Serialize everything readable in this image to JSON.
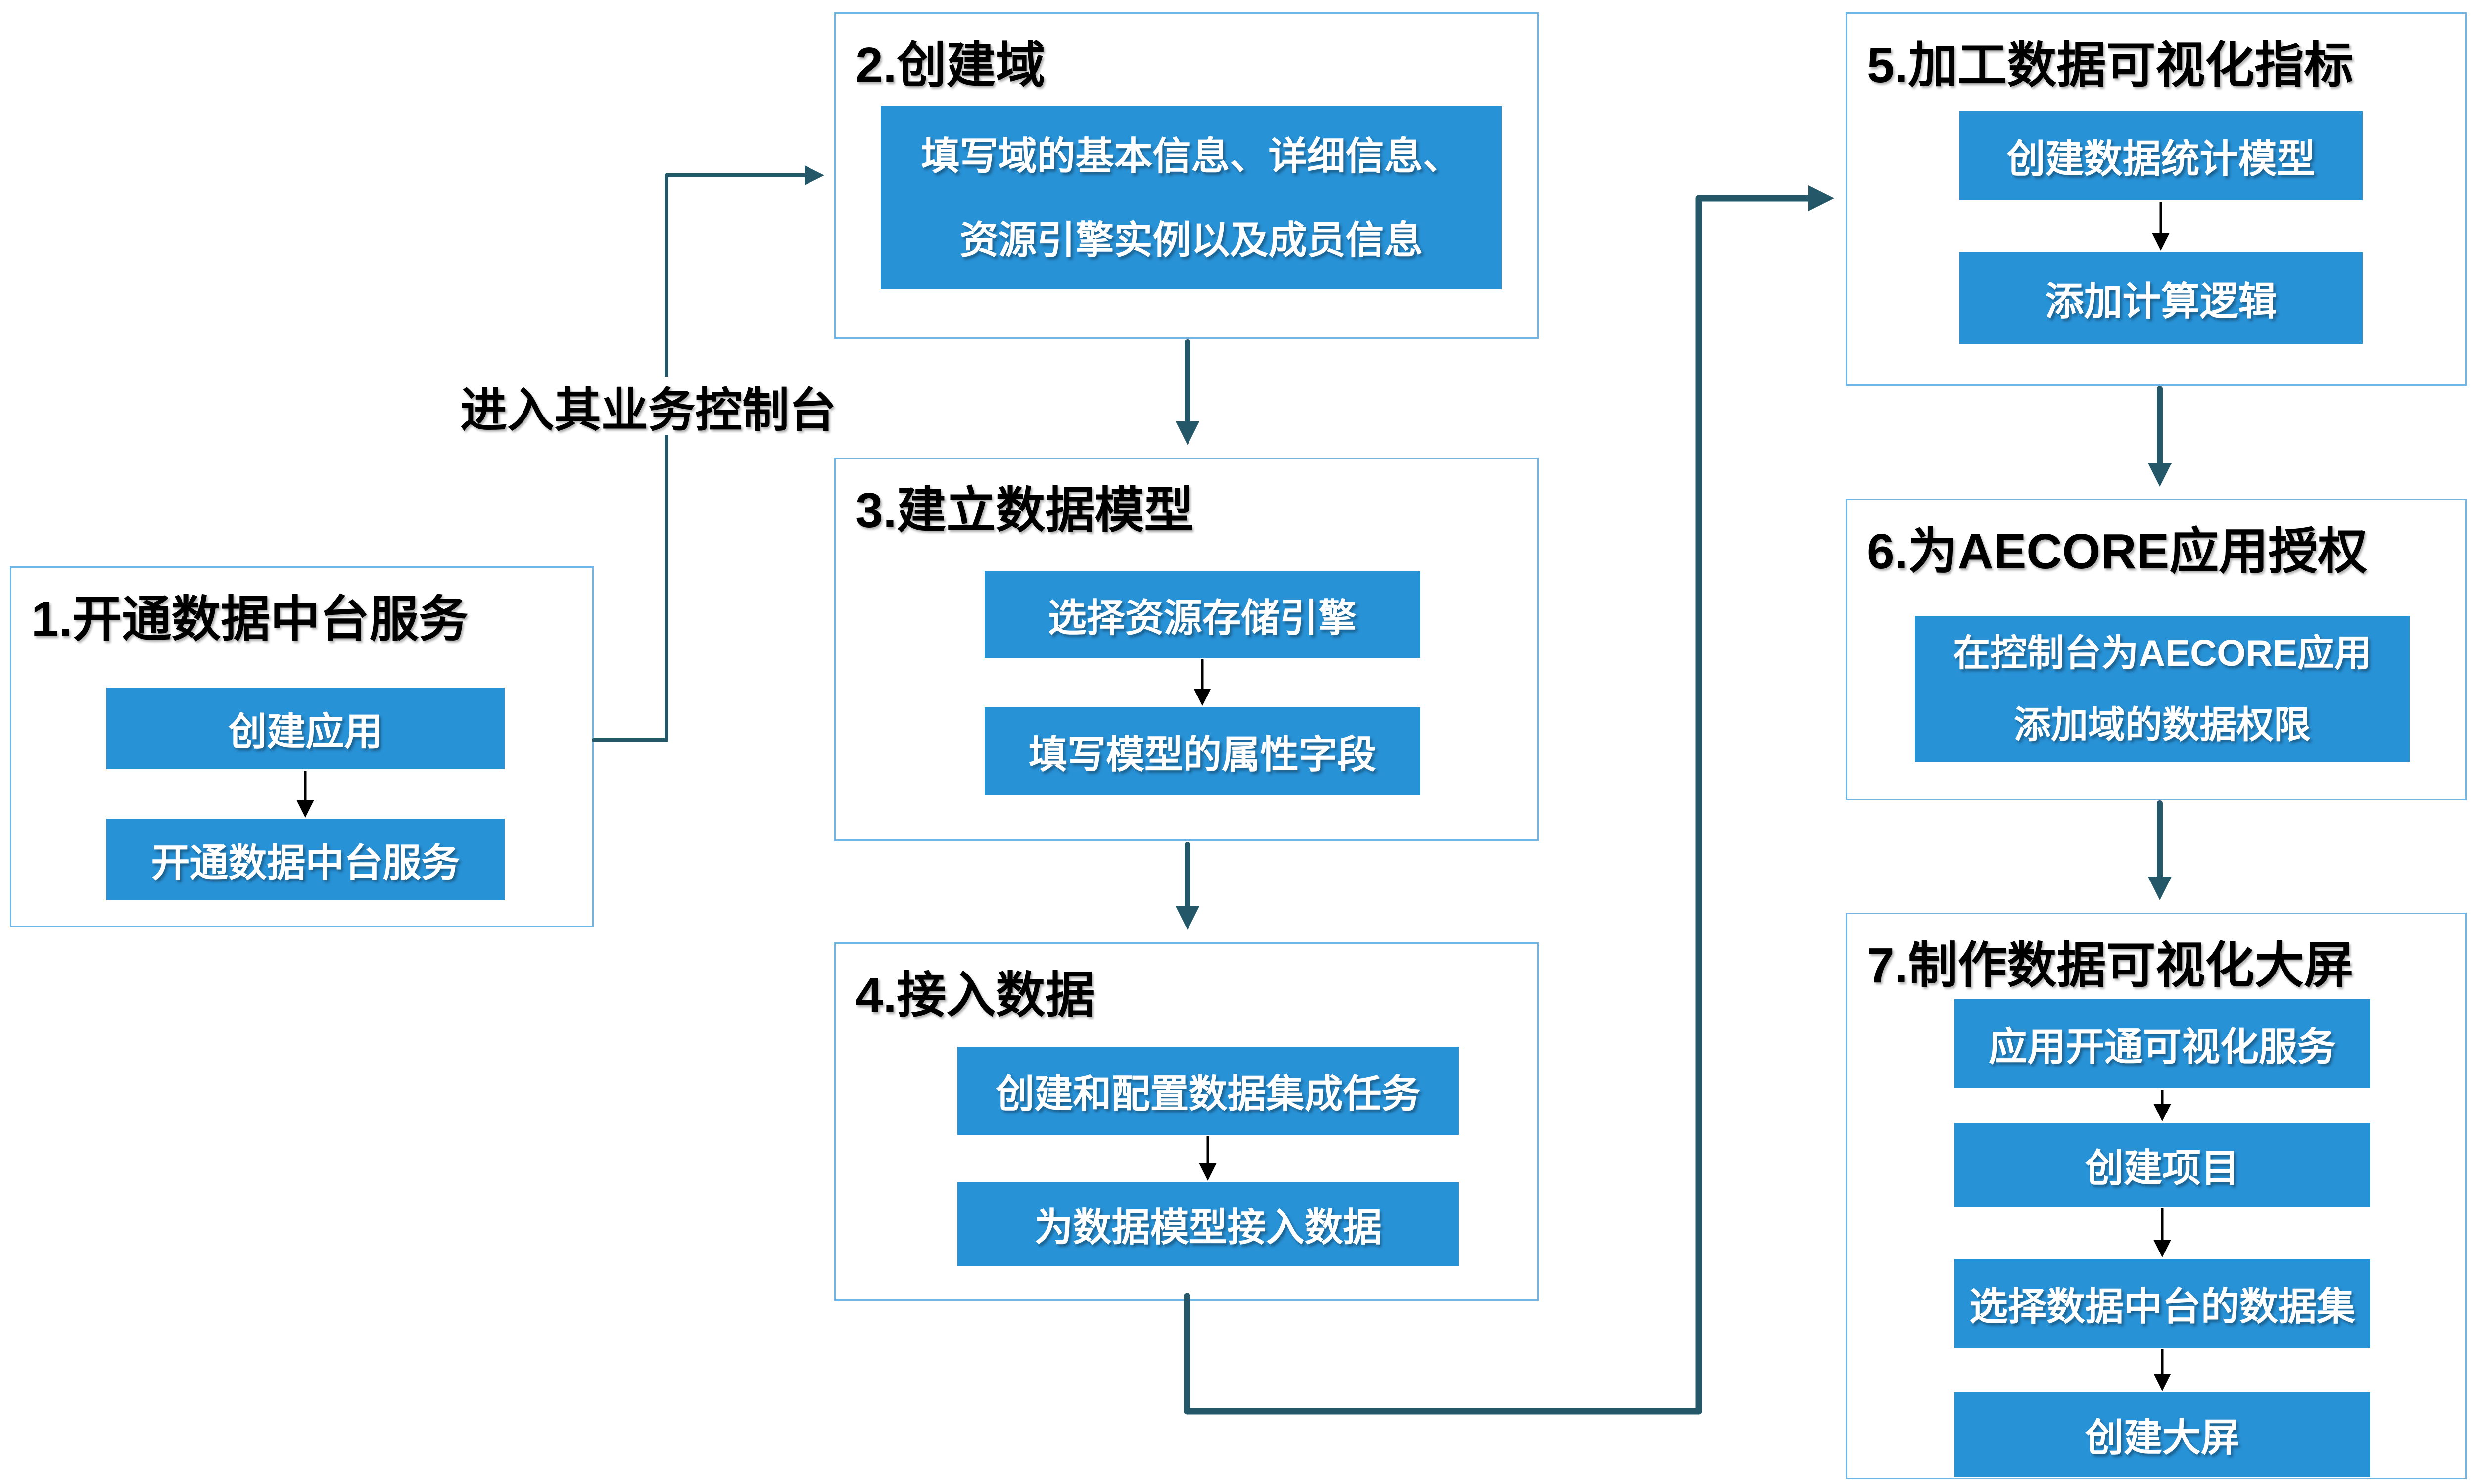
{
  "diagram": {
    "connector_label": "进入其业务控制台",
    "steps": [
      {
        "title": "1.开通数据中台服务",
        "items": [
          "创建应用",
          "开通数据中台服务"
        ]
      },
      {
        "title": "2.创建域",
        "items": [
          "填写域的基本信息、详细信息、\n资源引擎实例以及成员信息"
        ]
      },
      {
        "title": "3.建立数据模型",
        "items": [
          "选择资源存储引擎",
          "填写模型的属性字段"
        ]
      },
      {
        "title": "4.接入数据",
        "items": [
          "创建和配置数据集成任务",
          "为数据模型接入数据"
        ]
      },
      {
        "title": "5.加工数据可视化指标",
        "items": [
          "创建数据统计模型",
          "添加计算逻辑"
        ]
      },
      {
        "title": "6.为AECORE应用授权",
        "items": [
          "在控制台为AECORE应用\n添加域的数据权限"
        ]
      },
      {
        "title": "7.制作数据可视化大屏",
        "items": [
          "应用开通可视化服务",
          "创建项目",
          "选择数据中台的数据集",
          "创建大屏"
        ]
      }
    ],
    "colors": {
      "box_fill": "#2892D7",
      "box_border": "#6FB5E6",
      "arrow_teal": "#245868",
      "arrow_black": "#000000",
      "text_black": "#000000",
      "text_white": "#FFFFFF"
    }
  }
}
